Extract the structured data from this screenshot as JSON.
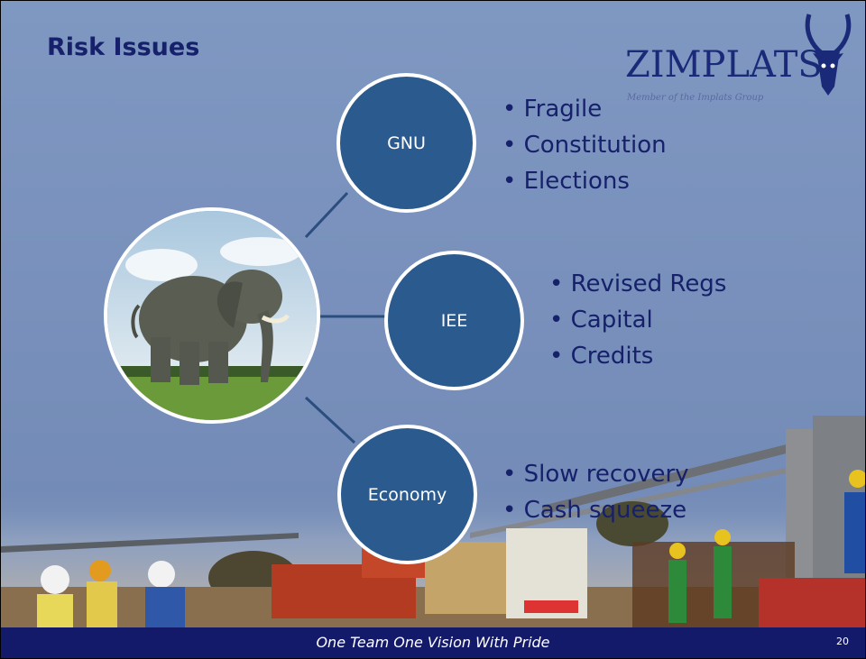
{
  "slide": {
    "title": "Risk Issues",
    "logo": {
      "name": "ZIMPLATS",
      "tagline": "Member of the Implats Group"
    },
    "nodes": [
      {
        "label": "GNU",
        "bullets": [
          "• Fragile",
          "• Constitution",
          "• Elections"
        ]
      },
      {
        "label": "IEE",
        "bullets": [
          "• Revised Regs",
          "• Capital",
          "• Credits"
        ]
      },
      {
        "label": "Economy",
        "bullets": [
          "• Slow recovery",
          "• Cash squeeze"
        ]
      }
    ],
    "footer": {
      "motto": "One Team One Vision With Pride",
      "page_number": "20"
    },
    "colors": {
      "title": "#16206b",
      "circle_fill": "#2b5a8f",
      "footer": "#141a6a"
    },
    "icons": {
      "logo_mark": "antelope-head-icon",
      "center_image": "elephant-photo"
    }
  }
}
